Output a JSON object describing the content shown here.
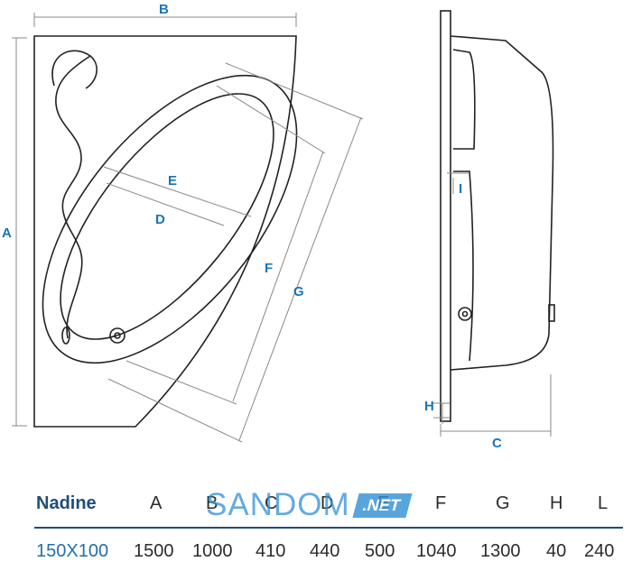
{
  "dimension_labels": {
    "A": "A",
    "B": "B",
    "C": "C",
    "D": "D",
    "E": "E",
    "F": "F",
    "G": "G",
    "H": "H",
    "I": "I"
  },
  "table": {
    "model_label": "Nadine",
    "columns": [
      "A",
      "B",
      "C",
      "D",
      "E",
      "F",
      "G",
      "H",
      "L"
    ],
    "size_label": "150X100",
    "values": [
      "1500",
      "1000",
      "410",
      "440",
      "500",
      "1040",
      "1300",
      "40",
      "240"
    ]
  },
  "watermark": {
    "text": "SANDOM",
    "badge": ".NET"
  },
  "colors": {
    "label_blue": "#1a74b8",
    "model_navy": "#1f4e79",
    "line": "#222222",
    "dim_line": "#888888"
  }
}
